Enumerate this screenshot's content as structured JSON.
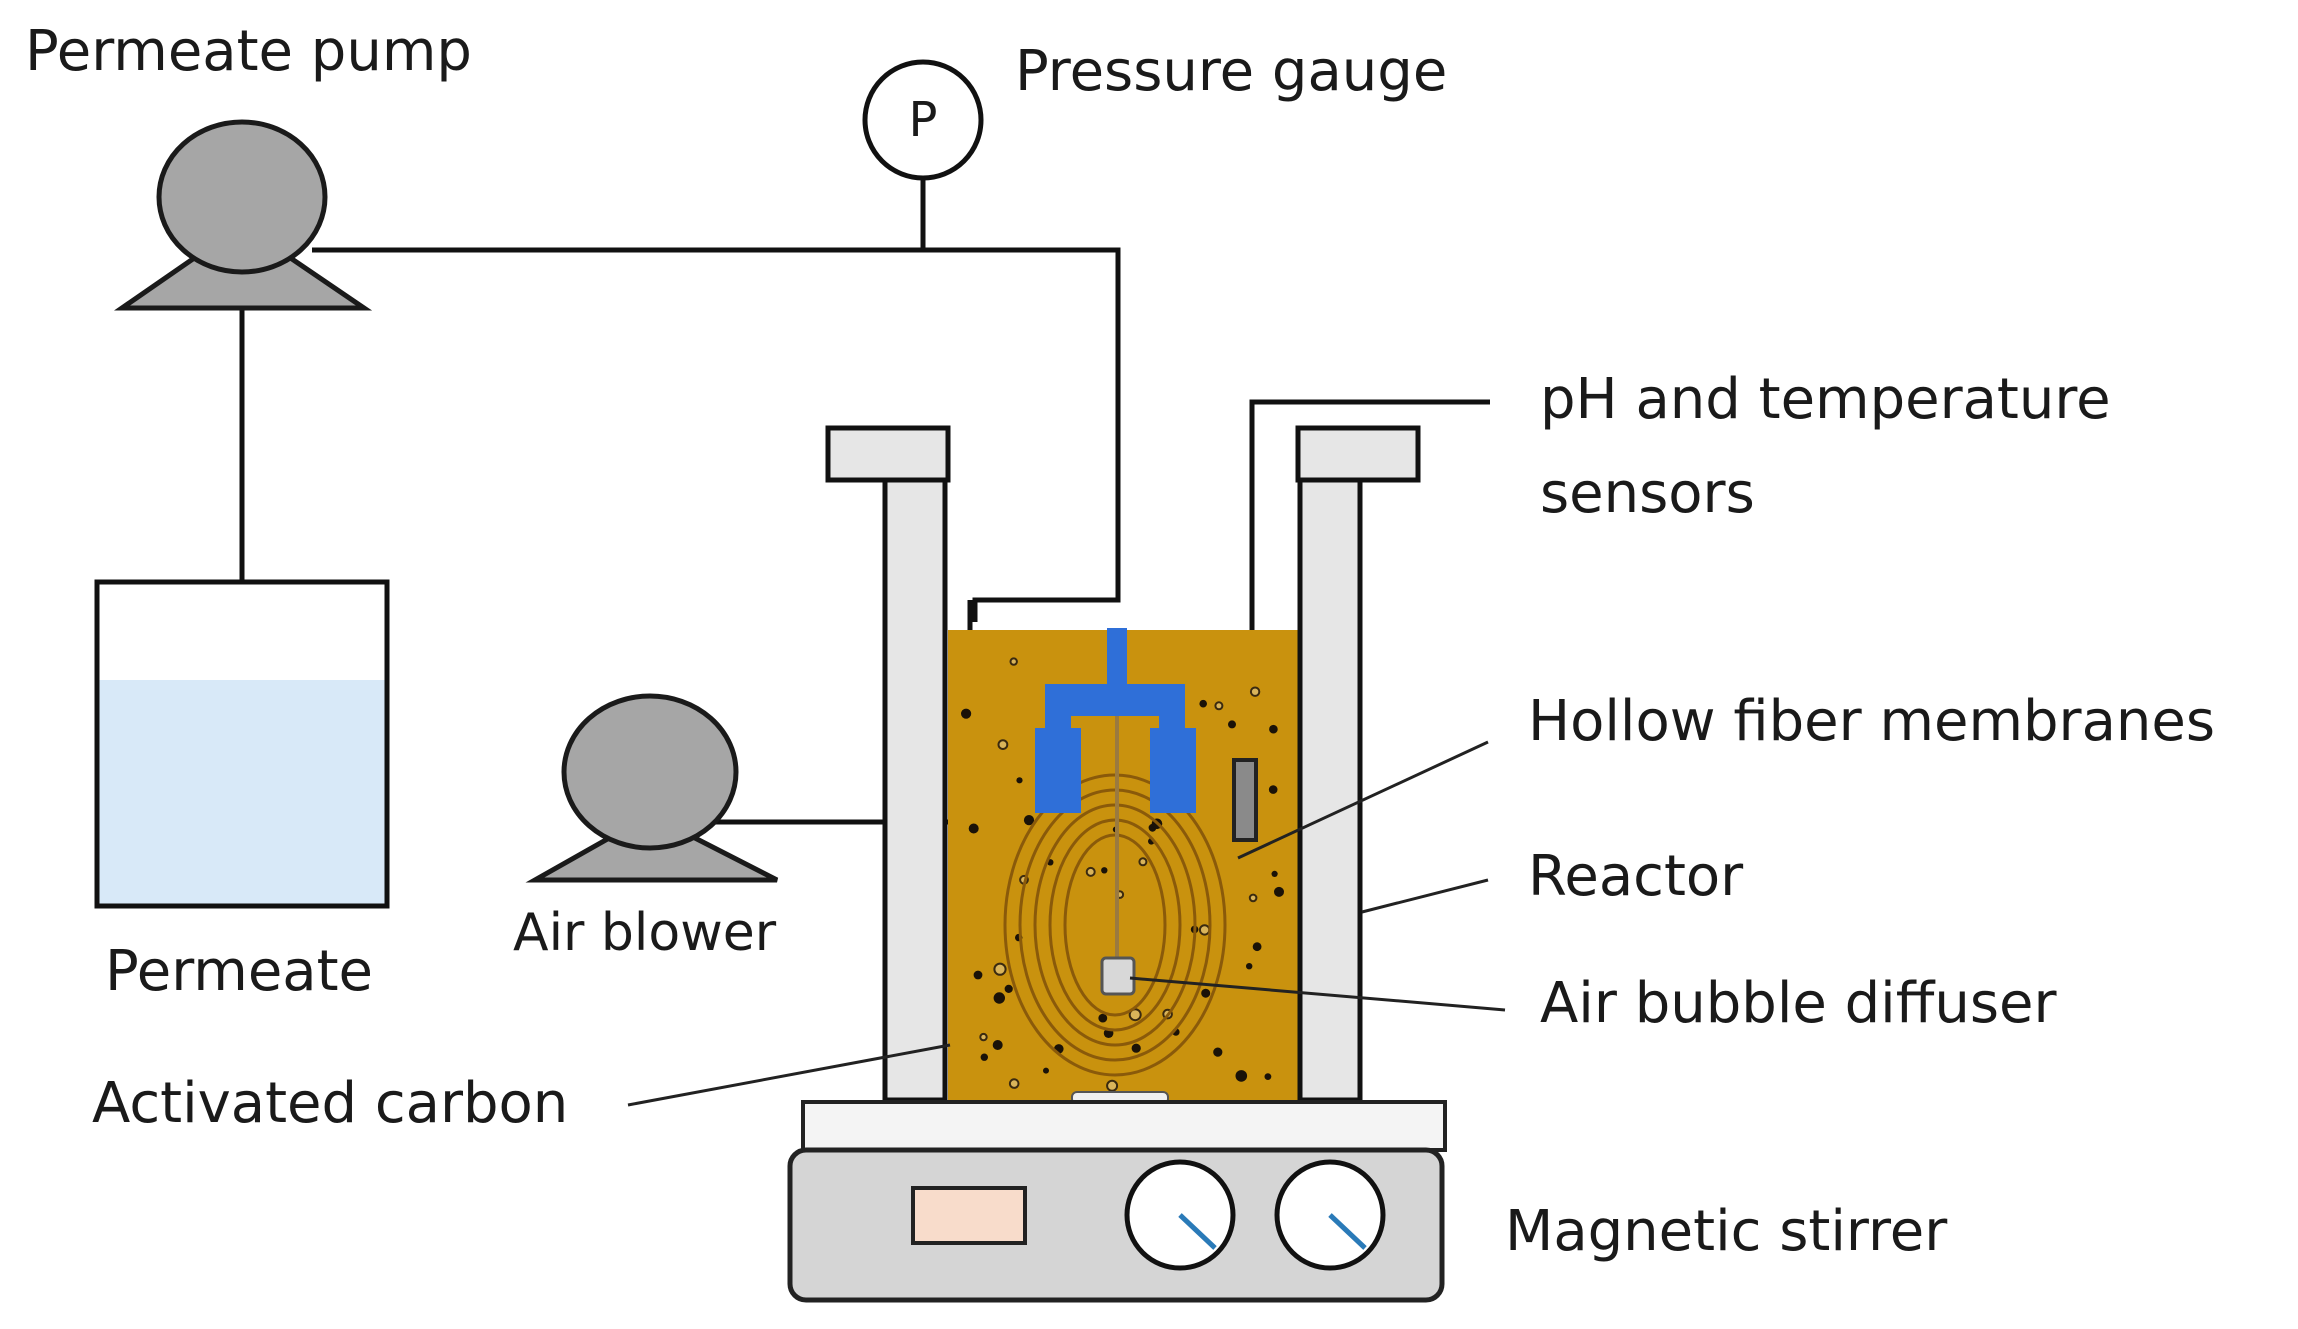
{
  "labels": {
    "permeate_pump": "Permeate pump",
    "pressure_gauge": "Pressure gauge",
    "gauge_symbol": "P",
    "ph_temp_line1": "pH and temperature",
    "ph_temp_line2": "sensors",
    "hollow_fiber": "Hollow fiber membranes",
    "reactor": "Reactor",
    "air_bubble_diffuser": "Air bubble diffuser",
    "permeate": "Permeate",
    "air_blower": "Air blower",
    "activated_carbon": "Activated carbon",
    "magnetic_stirrer": "Magnetic stirrer"
  },
  "colors": {
    "sludge": "#c9920e",
    "membrane_module": "#2f6fd8",
    "pump_body": "#a6a6a6",
    "permeate_liquid": "#d8e9f8",
    "reactor_wall": "#e6e6e6",
    "stirrer_body": "#d5d5d5",
    "stirrer_display": "#f8dccb",
    "dial_needle": "#2a7ab8"
  }
}
